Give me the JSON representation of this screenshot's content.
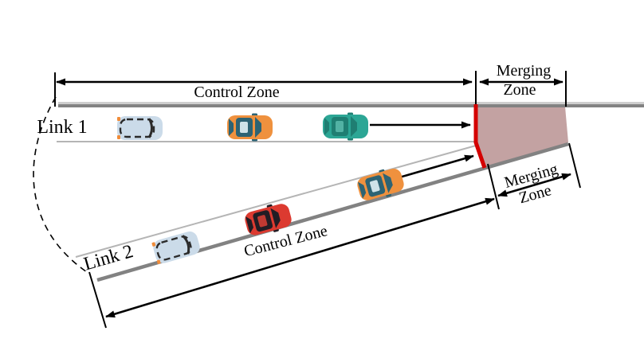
{
  "zones": {
    "link1": {
      "name": "Link 1",
      "control_label": "Control Zone",
      "merging_label_line1": "Merging",
      "merging_label_line2": "Zone"
    },
    "link2": {
      "name": "Link 2",
      "control_label": "Control Zone",
      "merging_label_line1": "Merging",
      "merging_label_line2": "Zone"
    }
  },
  "colors": {
    "background": "#ffffff",
    "merge_line_red": "#d40000",
    "merging_zone_fill": "#c3a2a2",
    "road_border": "#828282",
    "road_border_light": "#c6c6c6",
    "road_edge_thin": "#b5b5b5",
    "arrow": "#000000",
    "text": "#000000"
  },
  "cars": [
    {
      "id": "link1-car-rear",
      "type": "outlined-car",
      "style": "--body:#cbdbe9;--win:#2b2b2b;--accent:#f08c3a"
    },
    {
      "id": "link1-car-mid",
      "type": "orange-car",
      "style": "--body:#ef913e;--win:#2d6373;--slot:#cfe3e8"
    },
    {
      "id": "link1-car-lead",
      "type": "teal-car",
      "style": "--body:#2ca695;--win:#1f7e72;--slot:#52b2a4"
    },
    {
      "id": "link2-car-rear",
      "type": "outlined-car",
      "style": "--body:#cbdbe9;--win:#2b2b2b;--accent:#f08c3a"
    },
    {
      "id": "link2-car-mid",
      "type": "red-car",
      "style": "--body:#dc3a30;--win:#221d24;--slot:#c03a32"
    },
    {
      "id": "link2-car-lead",
      "type": "orange-car",
      "style": "--body:#ef913e;--win:#2d6373;--slot:#cfe3e8"
    }
  ]
}
